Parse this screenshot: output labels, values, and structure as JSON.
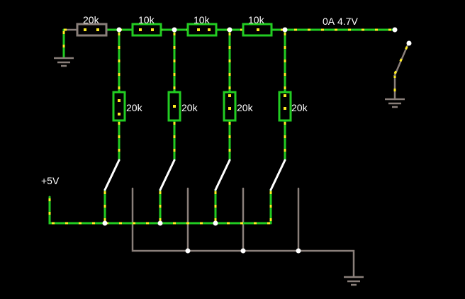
{
  "series_resistors": [
    "20k",
    "10k",
    "10k",
    "10k"
  ],
  "shunt_resistors": [
    "20k",
    "20k",
    "20k",
    "20k"
  ],
  "source_label": "+5V",
  "meter": {
    "current": "0A",
    "voltage": "4.7V"
  },
  "colors": {
    "live": "#22cc22",
    "ground": "#8a7f7a",
    "current": "#ffee22",
    "node": "#ffffff"
  }
}
